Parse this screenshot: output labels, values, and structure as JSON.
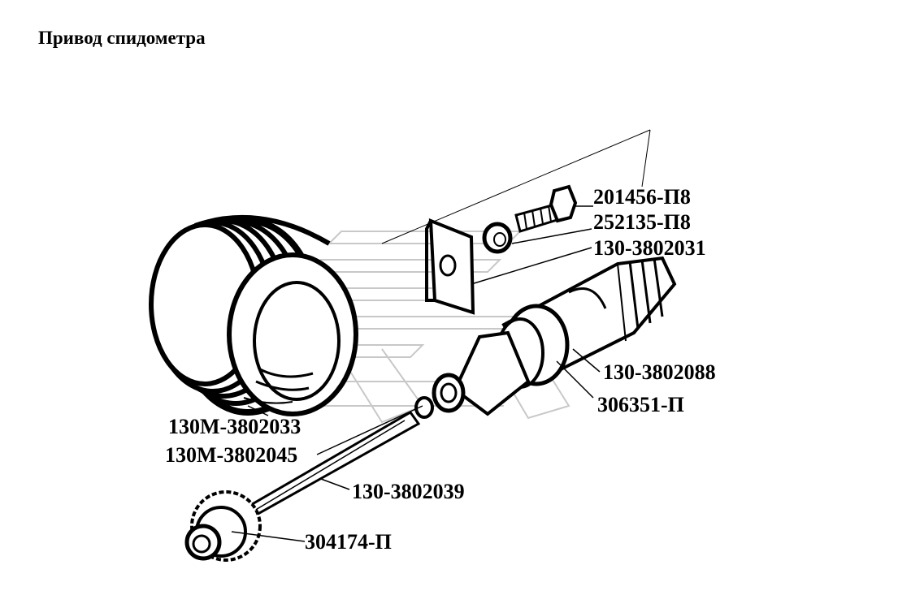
{
  "title": "Привод спидометра",
  "parts": [
    {
      "id": "p1",
      "code": "201456-П8"
    },
    {
      "id": "p2",
      "code": "252135-П8"
    },
    {
      "id": "p3",
      "code": "130-3802031"
    },
    {
      "id": "p4",
      "code": "130-3802088"
    },
    {
      "id": "p5",
      "code": "306351-П"
    },
    {
      "id": "p6",
      "code": "130М-3802033"
    },
    {
      "id": "p7",
      "code": "130М-3802045"
    },
    {
      "id": "p8",
      "code": "130-3802039"
    },
    {
      "id": "p9",
      "code": "304174-П"
    }
  ],
  "colors": {
    "ink": "#000000",
    "paper": "#ffffff",
    "watermark": "#c8c8c8"
  }
}
